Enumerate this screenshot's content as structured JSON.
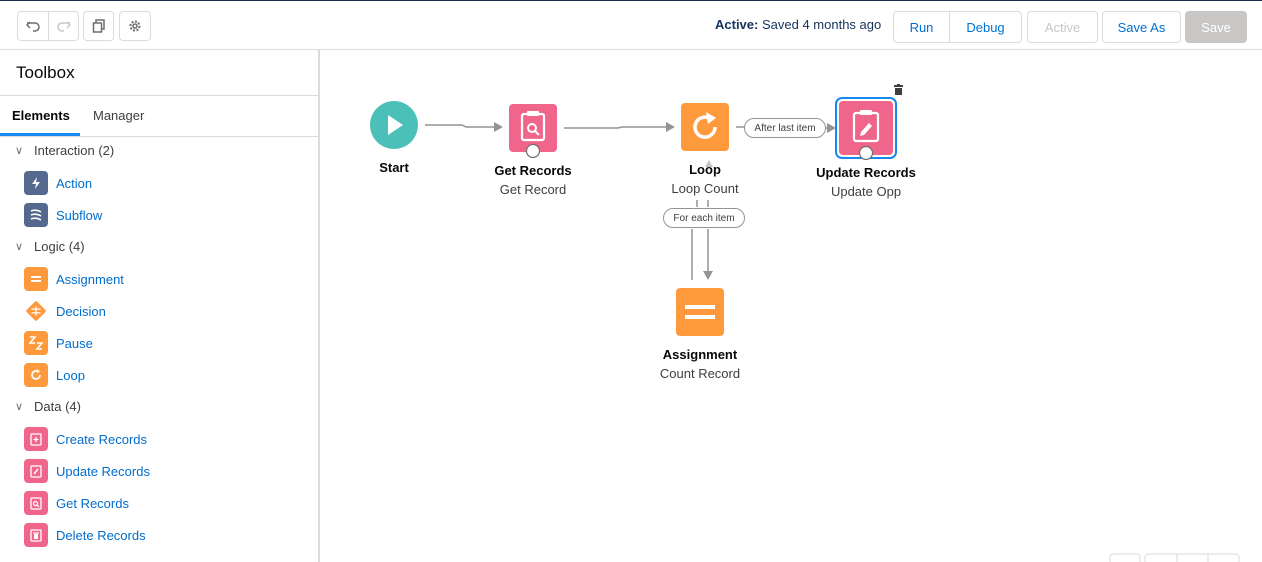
{
  "header": {
    "status_label": "Active:",
    "status_text": "Saved 4 months ago",
    "buttons": {
      "run": "Run",
      "debug": "Debug",
      "active": "Active",
      "save_as": "Save As",
      "save": "Save"
    }
  },
  "sidebar": {
    "title": "Toolbox",
    "tabs": [
      "Elements",
      "Manager"
    ],
    "sections": [
      {
        "label": "Interaction (2)",
        "items": [
          {
            "label": "Action",
            "icon": "lightning-icon",
            "color": "#54698d"
          },
          {
            "label": "Subflow",
            "icon": "subflow-icon",
            "color": "#54698d"
          }
        ]
      },
      {
        "label": "Logic (4)",
        "items": [
          {
            "label": "Assignment",
            "icon": "assignment-icon",
            "color": "#ff9a3c"
          },
          {
            "label": "Decision",
            "icon": "decision-icon",
            "color": "#ff9a3c"
          },
          {
            "label": "Pause",
            "icon": "pause-icon",
            "color": "#ff9a3c"
          },
          {
            "label": "Loop",
            "icon": "loop-icon",
            "color": "#ff9a3c"
          }
        ]
      },
      {
        "label": "Data (4)",
        "items": [
          {
            "label": "Create Records",
            "icon": "create-records-icon",
            "color": "#f0668b"
          },
          {
            "label": "Update Records",
            "icon": "update-records-icon",
            "color": "#f0668b"
          },
          {
            "label": "Get Records",
            "icon": "get-records-icon",
            "color": "#f0668b"
          },
          {
            "label": "Delete Records",
            "icon": "delete-records-icon",
            "color": "#f0668b"
          }
        ]
      }
    ]
  },
  "canvas": {
    "nodes": {
      "start": {
        "title": "Start"
      },
      "get_records": {
        "title": "Get Records",
        "sub": "Get Record"
      },
      "loop": {
        "title": "Loop",
        "sub": "Loop Count"
      },
      "update_records": {
        "title": "Update Records",
        "sub": "Update Opp"
      },
      "assignment": {
        "title": "Assignment",
        "sub": "Count Record"
      }
    },
    "connectors": {
      "after_last": "After last item",
      "for_each": "For each item"
    }
  },
  "colors": {
    "start": "#4bc0b8",
    "data": "#f0668b",
    "logic": "#ff9a3c",
    "interaction": "#54698d",
    "link": "#006dcc",
    "selected": "#1589ee"
  }
}
